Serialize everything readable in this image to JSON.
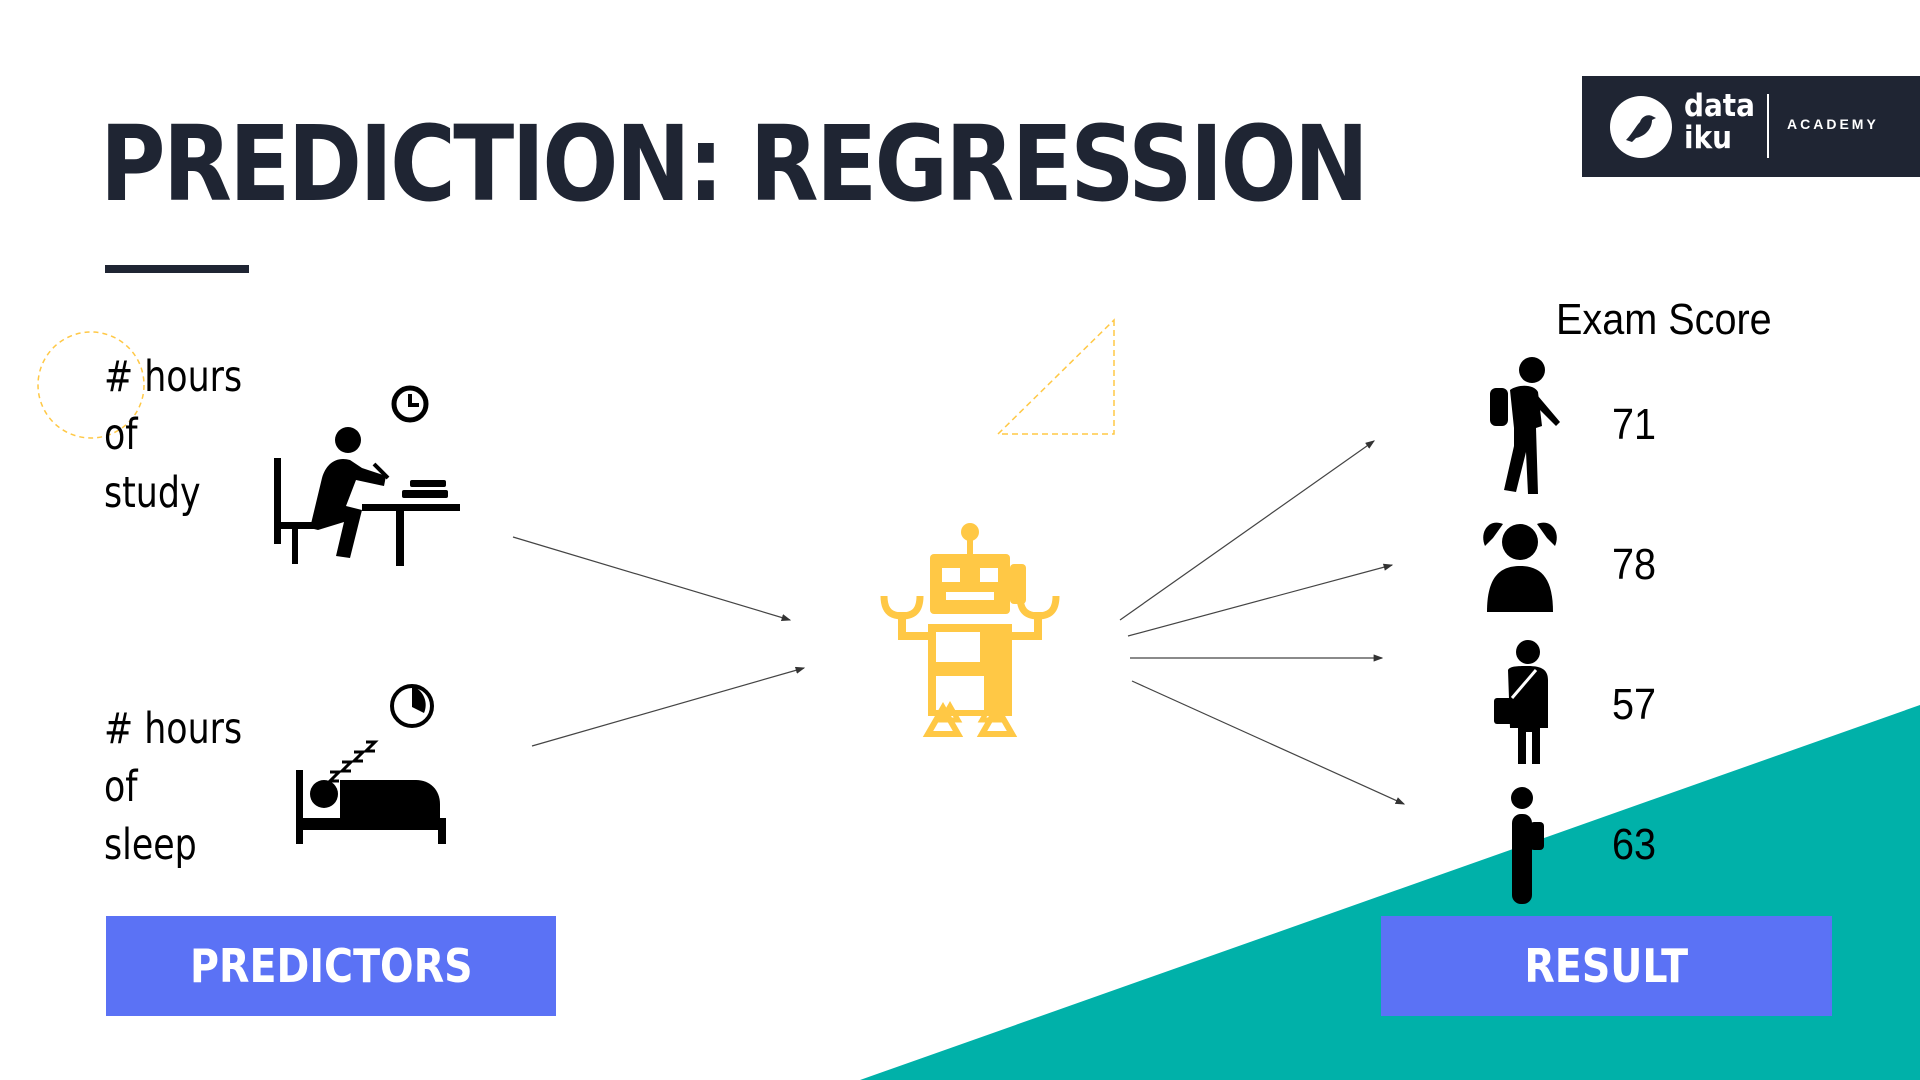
{
  "slide": {
    "title": "PREDICTION: REGRESSION",
    "colors": {
      "navy": "#1f2533",
      "teal": "#00b1a9",
      "blue": "#5b72f5",
      "robot": "#ffc845"
    }
  },
  "logo": {
    "word": "data\niku",
    "suffix": "ACADEMY",
    "icon": "bird-icon"
  },
  "predictors": {
    "study_label": "# hours\nof\nstudy",
    "study_icon": "studying-person-icon",
    "sleep_label": "# hours\nof\nsleep",
    "sleep_icon": "sleeping-person-icon",
    "button": "PREDICTORS"
  },
  "model": {
    "icon": "robot-icon"
  },
  "result": {
    "title": "Exam Score",
    "scores": [
      {
        "value": "71",
        "icon": "student-walking-icon"
      },
      {
        "value": "78",
        "icon": "girl-icon"
      },
      {
        "value": "57",
        "icon": "student-bag-icon"
      },
      {
        "value": "63",
        "icon": "student-side-icon"
      }
    ],
    "button": "RESULT"
  }
}
